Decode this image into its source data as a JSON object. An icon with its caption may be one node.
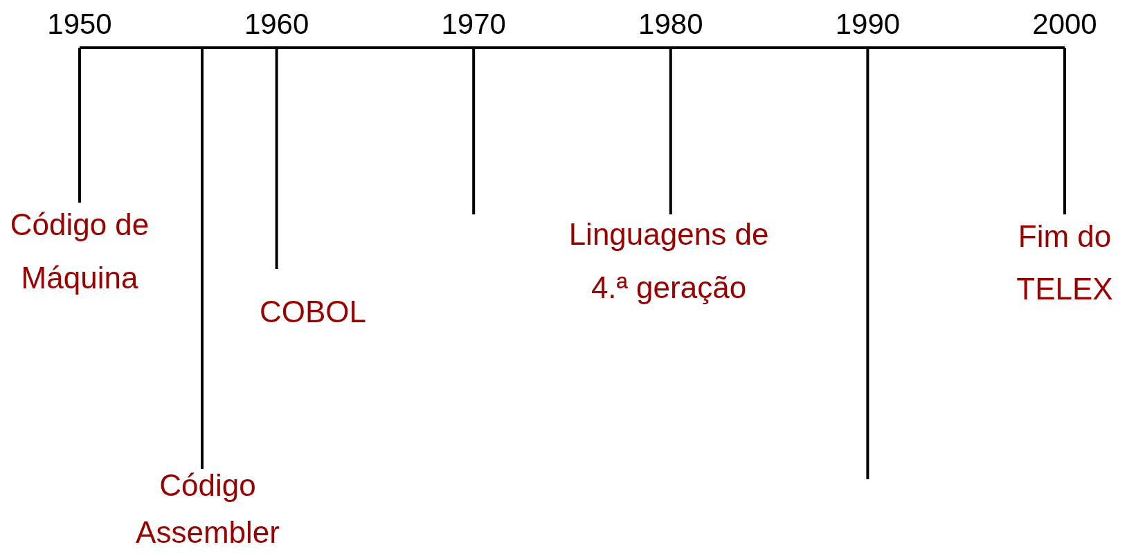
{
  "diagram": {
    "labels": [
      "1950",
      "1960",
      "1970",
      "1980",
      "1990",
      "2000",
      "Código de Máquina",
      "Código Assembler",
      "COBOL",
      "Linguagens de 4.ª geração",
      "Fim do TELEX"
    ]
  }
}
